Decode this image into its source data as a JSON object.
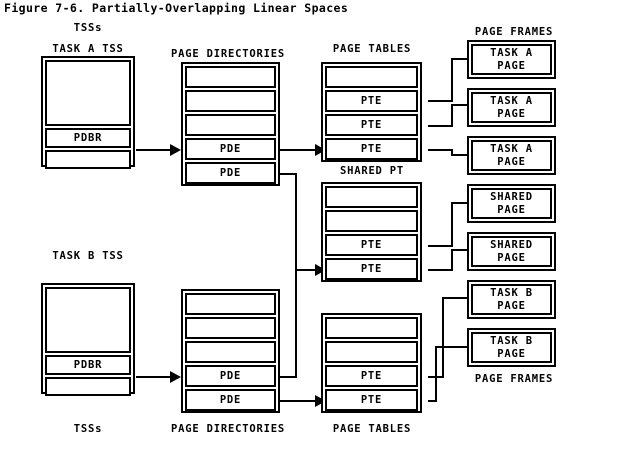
{
  "figure": {
    "title": "Figure 7-6. Partially-Overlapping Linear Spaces"
  },
  "labels": {
    "tss_top": "TSSs",
    "tss_bottom": "TSSs",
    "task_a_tss": "TASK A TSS",
    "task_b_tss": "TASK B TSS",
    "page_directories_top": "PAGE DIRECTORIES",
    "page_directories_bottom": "PAGE DIRECTORIES",
    "page_tables_top": "PAGE TABLES",
    "page_tables_bottom": "PAGE TABLES",
    "shared_pt": "SHARED PT",
    "page_frames_top": "PAGE FRAMES",
    "page_frames_bottom": "PAGE FRAMES"
  },
  "task_a_tss": {
    "rows": [
      {
        "text": "",
        "kind": "empty"
      },
      {
        "text": "PDBR",
        "kind": "pdbr"
      },
      {
        "text": "",
        "kind": "empty"
      }
    ]
  },
  "task_b_tss": {
    "rows": [
      {
        "text": "",
        "kind": "empty"
      },
      {
        "text": "PDBR",
        "kind": "pdbr"
      },
      {
        "text": "",
        "kind": "empty"
      }
    ]
  },
  "page_directory_a": {
    "rows": [
      {
        "text": "",
        "kind": "empty"
      },
      {
        "text": "",
        "kind": "empty"
      },
      {
        "text": "",
        "kind": "empty"
      },
      {
        "text": "PDE",
        "kind": "pde"
      },
      {
        "text": "PDE",
        "kind": "pde"
      }
    ]
  },
  "page_directory_b": {
    "rows": [
      {
        "text": "",
        "kind": "empty"
      },
      {
        "text": "",
        "kind": "empty"
      },
      {
        "text": "",
        "kind": "empty"
      },
      {
        "text": "PDE",
        "kind": "pde"
      },
      {
        "text": "PDE",
        "kind": "pde"
      }
    ]
  },
  "page_table_a": {
    "rows": [
      {
        "text": "",
        "kind": "empty"
      },
      {
        "text": "PTE",
        "kind": "pte"
      },
      {
        "text": "PTE",
        "kind": "pte"
      },
      {
        "text": "PTE",
        "kind": "pte"
      }
    ]
  },
  "shared_page_table": {
    "rows": [
      {
        "text": "",
        "kind": "empty"
      },
      {
        "text": "",
        "kind": "empty"
      },
      {
        "text": "PTE",
        "kind": "pte"
      },
      {
        "text": "PTE",
        "kind": "pte"
      }
    ]
  },
  "page_table_b": {
    "rows": [
      {
        "text": "",
        "kind": "empty"
      },
      {
        "text": "",
        "kind": "empty"
      },
      {
        "text": "PTE",
        "kind": "pte"
      },
      {
        "text": "PTE",
        "kind": "pte"
      }
    ]
  },
  "page_frames": [
    {
      "line1": "TASK A",
      "line2": "PAGE"
    },
    {
      "line1": "TASK A",
      "line2": "PAGE"
    },
    {
      "line1": "TASK A",
      "line2": "PAGE"
    },
    {
      "line1": "SHARED",
      "line2": "PAGE"
    },
    {
      "line1": "SHARED",
      "line2": "PAGE"
    },
    {
      "line1": "TASK B",
      "line2": "PAGE"
    },
    {
      "line1": "TASK B",
      "line2": "PAGE"
    }
  ],
  "colors": {
    "ink": "#000000",
    "paper": "#ffffff"
  }
}
